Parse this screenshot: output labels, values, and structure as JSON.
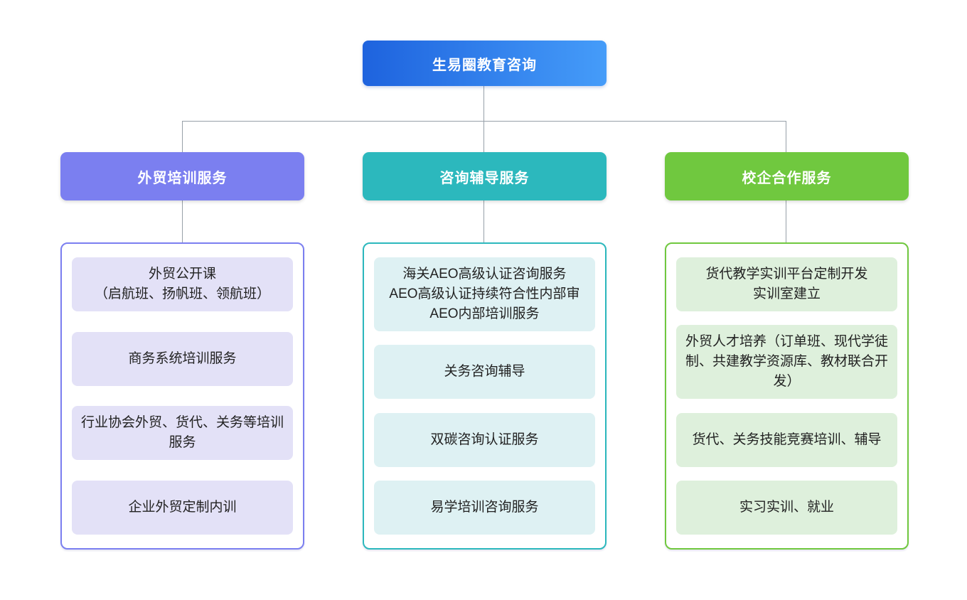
{
  "theme": {
    "root_from": "#1e63de",
    "root_to": "#459cf9",
    "branch1": "#7b7ff0",
    "branch1_light": "#e3e1f7",
    "branch2": "#2cb8bd",
    "branch2_light": "#def1f3",
    "branch3": "#70c83f",
    "branch3_light": "#def0dc",
    "line": "#97a0a8"
  },
  "root": {
    "label": "生易圈教育咨询"
  },
  "branches": [
    {
      "label": "外贸培训服务",
      "items": [
        {
          "text": "外贸公开课\n（启航班、扬帆班、领航班）"
        },
        {
          "text": "商务系统培训服务"
        },
        {
          "text": "行业协会外贸、货代、关务等培训服务"
        },
        {
          "text": "企业外贸定制内训"
        }
      ]
    },
    {
      "label": "咨询辅导服务",
      "items": [
        {
          "text": "海关AEO高级认证咨询服务\nAEO高级认证持续符合性内部审\nAEO内部培训服务"
        },
        {
          "text": "关务咨询辅导"
        },
        {
          "text": "双碳咨询认证服务"
        },
        {
          "text": "易学培训咨询服务"
        }
      ]
    },
    {
      "label": "校企合作服务",
      "items": [
        {
          "text": "货代教学实训平台定制开发\n实训室建立"
        },
        {
          "text": "外贸人才培养（订单班、现代学徒制、共建教学资源库、教材联合开发）"
        },
        {
          "text": "货代、关务技能竞赛培训、辅导"
        },
        {
          "text": "实习实训、就业"
        }
      ]
    }
  ]
}
